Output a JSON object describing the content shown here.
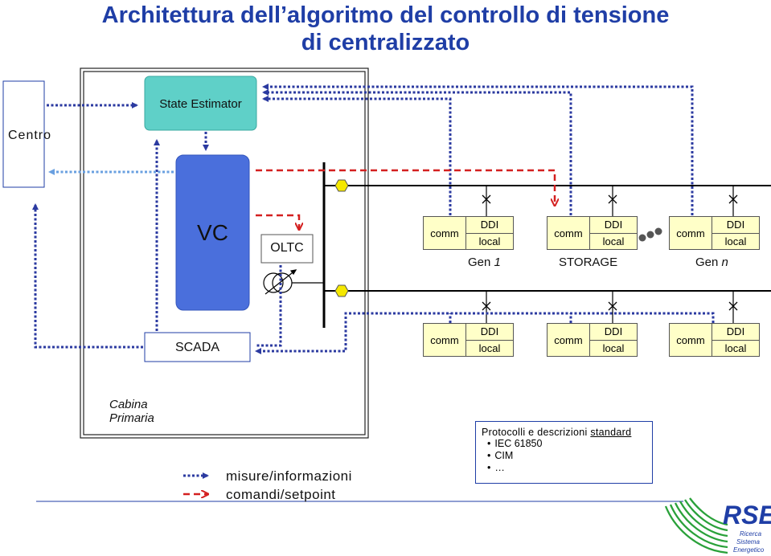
{
  "title": {
    "line1": "Architettura dell’algoritmo del controllo di tensione",
    "line2": "di centralizzato"
  },
  "blocks": {
    "centro": "Centro",
    "state_estimator": "State Estimator",
    "vc": "VC",
    "oltc": "OLTC",
    "scada": "SCADA",
    "cabina_line1": "Cabina",
    "cabina_line2": "Primaria"
  },
  "upper_devices": [
    {
      "comm": "comm",
      "ddi": "DDI",
      "local": "local",
      "label_prefix": "Gen ",
      "label_suffix": "1"
    },
    {
      "comm": "comm",
      "ddi": "DDI",
      "local": "local",
      "label_prefix": "STORAGE",
      "label_suffix": ""
    },
    {
      "comm": "comm",
      "ddi": "DDI",
      "local": "local",
      "label_prefix": "Gen ",
      "label_suffix": "n"
    }
  ],
  "lower_devices": [
    {
      "comm": "comm",
      "ddi": "DDI",
      "local": "local"
    },
    {
      "comm": "comm",
      "ddi": "DDI",
      "local": "local"
    },
    {
      "comm": "comm",
      "ddi": "DDI",
      "local": "local"
    }
  ],
  "legend": {
    "measures": "misure/informazioni",
    "commands": "comandi/setpoint"
  },
  "protocols": {
    "title_plain": "Protocolli e descrizioni ",
    "title_underlined": "standard",
    "items": [
      "IEC 61850",
      "CIM",
      "…"
    ]
  },
  "logo": {
    "name": "RSE",
    "line1": "Ricerca",
    "line2": "Sistema",
    "line3": "Energetico"
  },
  "colors": {
    "title": "#1f3ea6",
    "measure_line": "#2b3aa0",
    "command_line": "#d42020",
    "state_estimator": "#5fd0c8",
    "vc": "#4a6fdc",
    "device_fill": "#ffffc8",
    "node_yellow": "#f5e800"
  }
}
